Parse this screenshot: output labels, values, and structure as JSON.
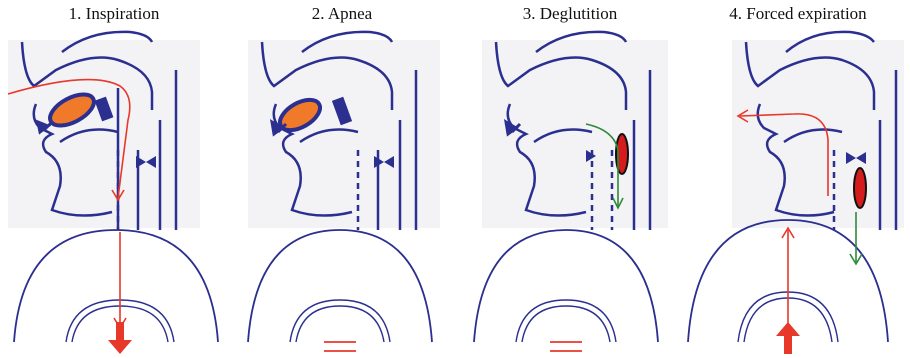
{
  "panels": [
    {
      "title": "1. Inspiration"
    },
    {
      "title": "2. Apnea"
    },
    {
      "title": "3. Deglutition"
    },
    {
      "title": "4. Forced expiration"
    }
  ],
  "colors": {
    "anatomy": "#2b2f8f",
    "bg": "#f3f3f6",
    "airflow": "#e8382a",
    "swallow": "#2f8a3a",
    "bolus_orange": "#f07a2a",
    "bolus_red": "#d41c1c"
  }
}
